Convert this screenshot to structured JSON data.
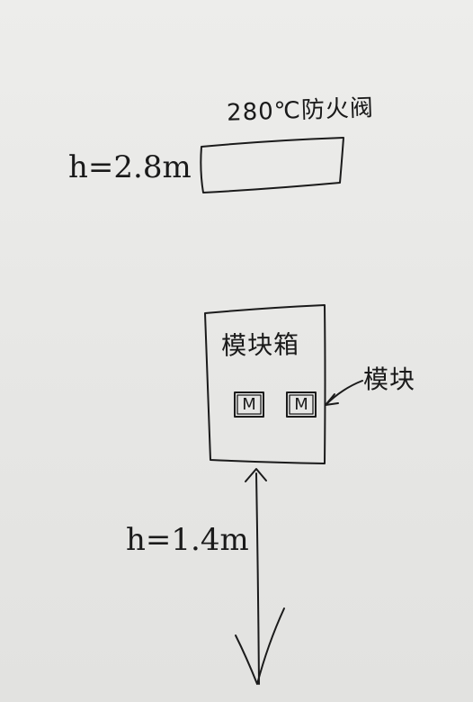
{
  "labels": {
    "damper": "280℃防火阀",
    "damper_height": "h=2.8m",
    "module_box": "模块箱",
    "module": "模块",
    "module_box_height": "h=1.4m",
    "module_a": "M",
    "module_b": "M"
  }
}
